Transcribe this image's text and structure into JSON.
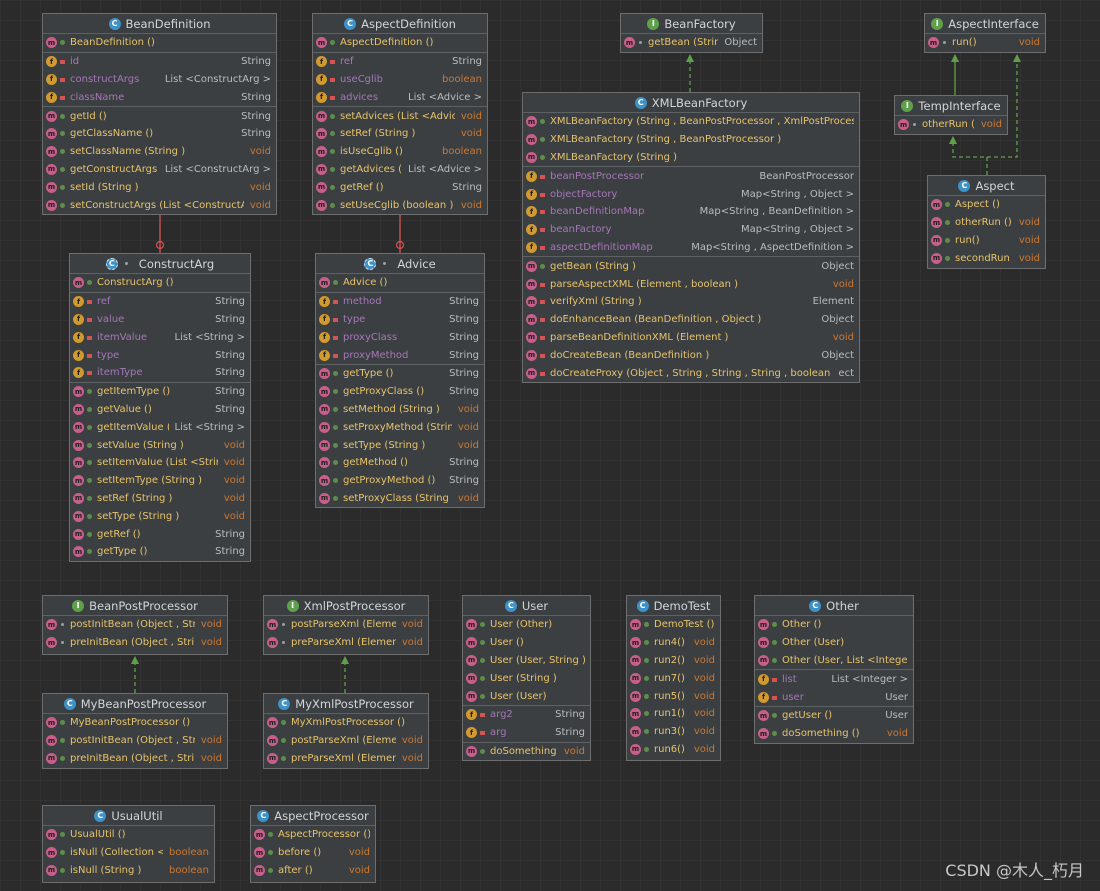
{
  "colors": {
    "background": "#2b2b2b",
    "box": "#3c3f41",
    "method": "#e7c36b",
    "field": "#a477b8",
    "void": "#cc7832",
    "inherit_edge": "#5fa14a",
    "composition_edge": "#d75252"
  },
  "watermark": "CSDN @木人_朽月",
  "classes": [
    {
      "id": "BeanDefinition",
      "title": "BeanDefinition",
      "kind": "class",
      "sections": [
        [
          {
            "k": "m",
            "v": "pub",
            "n": "BeanDefinition ()",
            "t": ""
          }
        ],
        [
          {
            "k": "f",
            "v": "pri",
            "n": "id",
            "t": "String"
          },
          {
            "k": "f",
            "v": "pri",
            "n": "constructArgs",
            "t": "List <ConstructArg >"
          },
          {
            "k": "f",
            "v": "pri",
            "n": "className",
            "t": "String"
          }
        ],
        [
          {
            "k": "m",
            "v": "pub",
            "n": "getId ()",
            "t": "String"
          },
          {
            "k": "m",
            "v": "pub",
            "n": "getClassName ()",
            "t": "String"
          },
          {
            "k": "m",
            "v": "pub",
            "n": "setClassName (String )",
            "t": "void"
          },
          {
            "k": "m",
            "v": "pub",
            "n": "getConstructArgs ()",
            "t": "List <ConstructArg >"
          },
          {
            "k": "m",
            "v": "pub",
            "n": "setId (String )",
            "t": "void"
          },
          {
            "k": "m",
            "v": "pub",
            "n": "setConstructArgs (List <ConstructArg >)",
            "t": "void"
          }
        ]
      ]
    },
    {
      "id": "AspectDefinition",
      "title": "AspectDefinition",
      "kind": "class",
      "sections": [
        [
          {
            "k": "m",
            "v": "pub",
            "n": "AspectDefinition ()",
            "t": ""
          }
        ],
        [
          {
            "k": "f",
            "v": "pri",
            "n": "ref",
            "t": "String"
          },
          {
            "k": "f",
            "v": "pri",
            "n": "useCglib",
            "t": "boolean"
          },
          {
            "k": "f",
            "v": "pri",
            "n": "advices",
            "t": "List <Advice >"
          }
        ],
        [
          {
            "k": "m",
            "v": "pub",
            "n": "setAdvices (List <Advice >)",
            "t": "void"
          },
          {
            "k": "m",
            "v": "pub",
            "n": "setRef (String )",
            "t": "void"
          },
          {
            "k": "m",
            "v": "pub",
            "n": "isUseCglib ()",
            "t": "boolean"
          },
          {
            "k": "m",
            "v": "pub",
            "n": "getAdvices ()",
            "t": "List <Advice >"
          },
          {
            "k": "m",
            "v": "pub",
            "n": "getRef ()",
            "t": "String"
          },
          {
            "k": "m",
            "v": "pub",
            "n": "setUseCglib (boolean )",
            "t": "void"
          }
        ]
      ]
    },
    {
      "id": "BeanFactory",
      "title": "BeanFactory",
      "kind": "interface",
      "sections": [
        [
          {
            "k": "m",
            "v": "abs",
            "n": "getBean (String )",
            "t": "Object"
          }
        ]
      ]
    },
    {
      "id": "AspectInterface",
      "title": "AspectInterface",
      "kind": "interface",
      "sections": [
        [
          {
            "k": "m",
            "v": "abs",
            "n": "run()",
            "t": "void"
          }
        ]
      ]
    },
    {
      "id": "TempInterface",
      "title": "TempInterface",
      "kind": "interface",
      "sections": [
        [
          {
            "k": "m",
            "v": "abs",
            "n": "otherRun ()",
            "t": "void"
          }
        ]
      ]
    },
    {
      "id": "Aspect",
      "title": "Aspect",
      "kind": "class",
      "sections": [
        [
          {
            "k": "m",
            "v": "pub",
            "n": "Aspect ()",
            "t": ""
          },
          {
            "k": "m",
            "v": "pub",
            "n": "otherRun ()",
            "t": "void"
          },
          {
            "k": "m",
            "v": "pub",
            "n": "run()",
            "t": "void"
          },
          {
            "k": "m",
            "v": "pub",
            "n": "secondRun ()",
            "t": "void"
          }
        ]
      ]
    },
    {
      "id": "XMLBeanFactory",
      "title": "XMLBeanFactory",
      "kind": "class",
      "sections": [
        [
          {
            "k": "m",
            "v": "pub",
            "n": "XMLBeanFactory (String , BeanPostProcessor , XmlPostProcessor )",
            "t": ""
          },
          {
            "k": "m",
            "v": "pub",
            "n": "XMLBeanFactory (String , BeanPostProcessor )",
            "t": ""
          },
          {
            "k": "m",
            "v": "pub",
            "n": "XMLBeanFactory (String )",
            "t": ""
          }
        ],
        [
          {
            "k": "f",
            "v": "pri",
            "n": "beanPostProcessor",
            "t": "BeanPostProcessor"
          },
          {
            "k": "f",
            "v": "pri",
            "n": "objectFactory",
            "t": "Map<String , Object >"
          },
          {
            "k": "f",
            "v": "pri",
            "n": "beanDefinitionMap",
            "t": "Map<String , BeanDefinition >"
          },
          {
            "k": "f",
            "v": "pri",
            "n": "beanFactory",
            "t": "Map<String , Object >"
          },
          {
            "k": "f",
            "v": "pri",
            "n": "aspectDefinitionMap",
            "t": "Map<String , AspectDefinition >"
          }
        ],
        [
          {
            "k": "m",
            "v": "pub",
            "n": "getBean (String )",
            "t": "Object"
          },
          {
            "k": "m",
            "v": "pri",
            "n": "parseAspectXML (Element , boolean )",
            "t": "void"
          },
          {
            "k": "m",
            "v": "pri",
            "n": "verifyXml (String )",
            "t": "Element"
          },
          {
            "k": "m",
            "v": "pri",
            "n": "doEnhanceBean (BeanDefinition , Object )",
            "t": "Object"
          },
          {
            "k": "m",
            "v": "pri",
            "n": "parseBeanDefinitionXML (Element )",
            "t": "void"
          },
          {
            "k": "m",
            "v": "pri",
            "n": "doCreateBean (BeanDefinition )",
            "t": "Object"
          },
          {
            "k": "m",
            "v": "pri",
            "n": "doCreateProxy (Object , String , String , String , boolean , boolean )",
            "t": "ect"
          }
        ]
      ]
    },
    {
      "id": "ConstructArg",
      "title": "ConstructArg",
      "kind": "static",
      "sections": [
        [
          {
            "k": "m",
            "v": "pub",
            "n": "ConstructArg ()",
            "t": ""
          }
        ],
        [
          {
            "k": "f",
            "v": "pri",
            "n": "ref",
            "t": "String"
          },
          {
            "k": "f",
            "v": "pri",
            "n": "value",
            "t": "String"
          },
          {
            "k": "f",
            "v": "pri",
            "n": "itemValue",
            "t": "List <String >"
          },
          {
            "k": "f",
            "v": "pri",
            "n": "type",
            "t": "String"
          },
          {
            "k": "f",
            "v": "pri",
            "n": "itemType",
            "t": "String"
          }
        ],
        [
          {
            "k": "m",
            "v": "pub",
            "n": "getItemType ()",
            "t": "String"
          },
          {
            "k": "m",
            "v": "pub",
            "n": "getValue ()",
            "t": "String"
          },
          {
            "k": "m",
            "v": "pub",
            "n": "getItemValue ()",
            "t": "List <String >"
          },
          {
            "k": "m",
            "v": "pub",
            "n": "setValue (String )",
            "t": "void"
          },
          {
            "k": "m",
            "v": "pub",
            "n": "setItemValue (List <String >)",
            "t": "void"
          },
          {
            "k": "m",
            "v": "pub",
            "n": "setItemType (String )",
            "t": "void"
          },
          {
            "k": "m",
            "v": "pub",
            "n": "setRef (String )",
            "t": "void"
          },
          {
            "k": "m",
            "v": "pub",
            "n": "setType (String )",
            "t": "void"
          },
          {
            "k": "m",
            "v": "pub",
            "n": "getRef ()",
            "t": "String"
          },
          {
            "k": "m",
            "v": "pub",
            "n": "getType ()",
            "t": "String"
          }
        ]
      ]
    },
    {
      "id": "Advice",
      "title": "Advice",
      "kind": "static",
      "sections": [
        [
          {
            "k": "m",
            "v": "pub",
            "n": "Advice ()",
            "t": ""
          }
        ],
        [
          {
            "k": "f",
            "v": "pri",
            "n": "method",
            "t": "String"
          },
          {
            "k": "f",
            "v": "pri",
            "n": "type",
            "t": "String"
          },
          {
            "k": "f",
            "v": "pri",
            "n": "proxyClass",
            "t": "String"
          },
          {
            "k": "f",
            "v": "pri",
            "n": "proxyMethod",
            "t": "String"
          }
        ],
        [
          {
            "k": "m",
            "v": "pub",
            "n": "getType ()",
            "t": "String"
          },
          {
            "k": "m",
            "v": "pub",
            "n": "getProxyClass ()",
            "t": "String"
          },
          {
            "k": "m",
            "v": "pub",
            "n": "setMethod (String )",
            "t": "void"
          },
          {
            "k": "m",
            "v": "pub",
            "n": "setProxyMethod (String )",
            "t": "void"
          },
          {
            "k": "m",
            "v": "pub",
            "n": "setType (String )",
            "t": "void"
          },
          {
            "k": "m",
            "v": "pub",
            "n": "getMethod ()",
            "t": "String"
          },
          {
            "k": "m",
            "v": "pub",
            "n": "getProxyMethod ()",
            "t": "String"
          },
          {
            "k": "m",
            "v": "pub",
            "n": "setProxyClass (String )",
            "t": "void"
          }
        ]
      ]
    },
    {
      "id": "BeanPostProcessor",
      "title": "BeanPostProcessor",
      "kind": "interface",
      "sections": [
        [
          {
            "k": "m",
            "v": "abs",
            "n": "postInitBean (Object , String )",
            "t": "void"
          },
          {
            "k": "m",
            "v": "abs",
            "n": "preInitBean (Object , String )",
            "t": "void"
          }
        ]
      ]
    },
    {
      "id": "XmlPostProcessor",
      "title": "XmlPostProcessor",
      "kind": "interface",
      "sections": [
        [
          {
            "k": "m",
            "v": "abs",
            "n": "postParseXml (Element )",
            "t": "void"
          },
          {
            "k": "m",
            "v": "abs",
            "n": "preParseXml (Element )",
            "t": "void"
          }
        ]
      ]
    },
    {
      "id": "User",
      "title": "User",
      "kind": "class",
      "sections": [
        [
          {
            "k": "m",
            "v": "pub",
            "n": "User (Other)",
            "t": ""
          },
          {
            "k": "m",
            "v": "pub",
            "n": "User ()",
            "t": ""
          },
          {
            "k": "m",
            "v": "pub",
            "n": "User (User, String )",
            "t": ""
          },
          {
            "k": "m",
            "v": "pub",
            "n": "User (String )",
            "t": ""
          },
          {
            "k": "m",
            "v": "pub",
            "n": "User (User)",
            "t": ""
          }
        ],
        [
          {
            "k": "f",
            "v": "pri",
            "n": "arg2",
            "t": "String"
          },
          {
            "k": "f",
            "v": "pri",
            "n": "arg",
            "t": "String"
          }
        ],
        [
          {
            "k": "m",
            "v": "pub",
            "n": "doSomething ()",
            "t": "void"
          }
        ]
      ]
    },
    {
      "id": "DemoTest",
      "title": "DemoTest",
      "kind": "class",
      "sections": [
        [
          {
            "k": "m",
            "v": "pub",
            "n": "DemoTest ()",
            "t": ""
          },
          {
            "k": "m",
            "v": "pub",
            "n": "run4()",
            "t": "void"
          },
          {
            "k": "m",
            "v": "pub",
            "n": "run2()",
            "t": "void"
          },
          {
            "k": "m",
            "v": "pub",
            "n": "run7()",
            "t": "void"
          },
          {
            "k": "m",
            "v": "pub",
            "n": "run5()",
            "t": "void"
          },
          {
            "k": "m",
            "v": "pub",
            "n": "run1()",
            "t": "void"
          },
          {
            "k": "m",
            "v": "pub",
            "n": "run3()",
            "t": "void"
          },
          {
            "k": "m",
            "v": "pub",
            "n": "run6()",
            "t": "void"
          }
        ]
      ]
    },
    {
      "id": "Other",
      "title": "Other",
      "kind": "class",
      "sections": [
        [
          {
            "k": "m",
            "v": "pub",
            "n": "Other ()",
            "t": ""
          },
          {
            "k": "m",
            "v": "pub",
            "n": "Other (User)",
            "t": ""
          },
          {
            "k": "m",
            "v": "pub",
            "n": "Other (User, List <Integer >)",
            "t": ""
          }
        ],
        [
          {
            "k": "f",
            "v": "pri",
            "n": "list",
            "t": "List <Integer >"
          },
          {
            "k": "f",
            "v": "pri",
            "n": "user",
            "t": "User"
          }
        ],
        [
          {
            "k": "m",
            "v": "pub",
            "n": "getUser ()",
            "t": "User"
          },
          {
            "k": "m",
            "v": "pub",
            "n": "doSomething ()",
            "t": "void"
          }
        ]
      ]
    },
    {
      "id": "MyBeanPostProcessor",
      "title": "MyBeanPostProcessor",
      "kind": "class",
      "sections": [
        [
          {
            "k": "m",
            "v": "pub",
            "n": "MyBeanPostProcessor ()",
            "t": ""
          },
          {
            "k": "m",
            "v": "pub",
            "n": "postInitBean (Object , String )",
            "t": "void"
          },
          {
            "k": "m",
            "v": "pub",
            "n": "preInitBean (Object , String )",
            "t": "void"
          }
        ]
      ]
    },
    {
      "id": "MyXmlPostProcessor",
      "title": "MyXmlPostProcessor",
      "kind": "class",
      "sections": [
        [
          {
            "k": "m",
            "v": "pub",
            "n": "MyXmlPostProcessor ()",
            "t": ""
          },
          {
            "k": "m",
            "v": "pub",
            "n": "postParseXml (Element )",
            "t": "void"
          },
          {
            "k": "m",
            "v": "pub",
            "n": "preParseXml (Element )",
            "t": "void"
          }
        ]
      ]
    },
    {
      "id": "UsualUtil",
      "title": "UsualUtil",
      "kind": "class",
      "sections": [
        [
          {
            "k": "m",
            "v": "pub",
            "n": "UsualUtil ()",
            "t": ""
          },
          {
            "k": "m",
            "v": "pub",
            "n": "isNull (Collection <?>)",
            "t": "boolean"
          },
          {
            "k": "m",
            "v": "pub",
            "n": "isNull (String )",
            "t": "boolean"
          }
        ]
      ]
    },
    {
      "id": "AspectProcessor",
      "title": "AspectProcessor",
      "kind": "class",
      "sections": [
        [
          {
            "k": "m",
            "v": "pub",
            "n": "AspectProcessor ()",
            "t": ""
          },
          {
            "k": "m",
            "v": "pub",
            "n": "before ()",
            "t": "void"
          },
          {
            "k": "m",
            "v": "pub",
            "n": "after ()",
            "t": "void"
          }
        ]
      ]
    }
  ],
  "relations": [
    {
      "from": "XMLBeanFactory",
      "to": "BeanFactory",
      "type": "implements"
    },
    {
      "from": "TempInterface",
      "to": "AspectInterface",
      "type": "extends"
    },
    {
      "from": "Aspect",
      "to": "TempInterface",
      "type": "implements"
    },
    {
      "from": "Aspect",
      "to": "AspectInterface",
      "type": "implements"
    },
    {
      "from": "MyBeanPostProcessor",
      "to": "BeanPostProcessor",
      "type": "implements"
    },
    {
      "from": "MyXmlPostProcessor",
      "to": "XmlPostProcessor",
      "type": "implements"
    },
    {
      "from": "ConstructArg",
      "to": "BeanDefinition",
      "type": "inner"
    },
    {
      "from": "Advice",
      "to": "AspectDefinition",
      "type": "inner"
    }
  ]
}
